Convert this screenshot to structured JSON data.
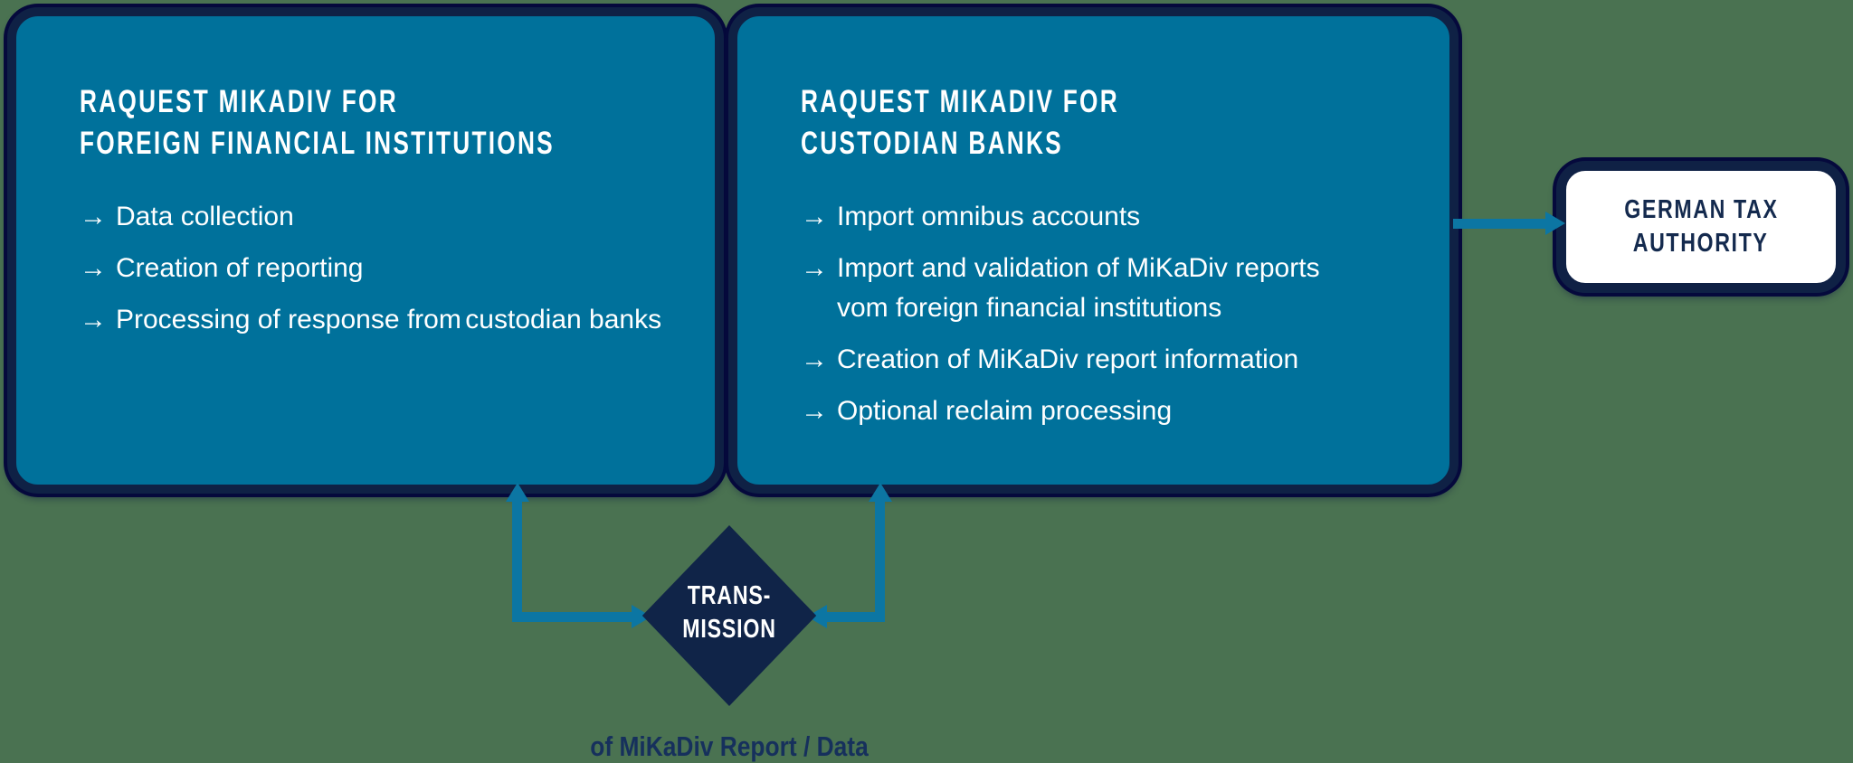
{
  "canvas": {
    "background_color": "#4a7251"
  },
  "colors": {
    "panel_fill": "#00719b",
    "panel_border": "#0f2145",
    "arrow": "#0c76a3",
    "diamond_fill": "#102448",
    "panel_text": "#ffffff",
    "tax_text": "#142a4e",
    "caption_text": "#16305c"
  },
  "bullet_marker": "→",
  "panels": [
    {
      "title_lines": [
        "RAQUEST MIKADIV FOR",
        "FOREIGN FINANCIAL INSTITUTIONS"
      ],
      "bullets": [
        {
          "lines": [
            "Data collection"
          ]
        },
        {
          "lines": [
            "Creation of reporting"
          ]
        },
        {
          "lines": [
            "Processing of response from",
            "custodian banks"
          ]
        }
      ]
    },
    {
      "title_lines": [
        "RAQUEST MIKADIV FOR",
        "CUSTODIAN BANKS"
      ],
      "bullets": [
        {
          "lines": [
            "Import omnibus accounts"
          ]
        },
        {
          "lines": [
            "Import and validation of MiKaDiv reports",
            "vom foreign financial institutions"
          ]
        },
        {
          "lines": [
            "Creation of MiKaDiv report information"
          ]
        },
        {
          "lines": [
            "Optional reclaim processing"
          ]
        }
      ]
    }
  ],
  "tax_authority": {
    "lines": [
      "GERMAN TAX",
      "AUTHORITY"
    ]
  },
  "transmission": {
    "lines": [
      "TRANS-",
      "MISSION"
    ]
  },
  "caption": "of MiKaDiv Report / Data"
}
